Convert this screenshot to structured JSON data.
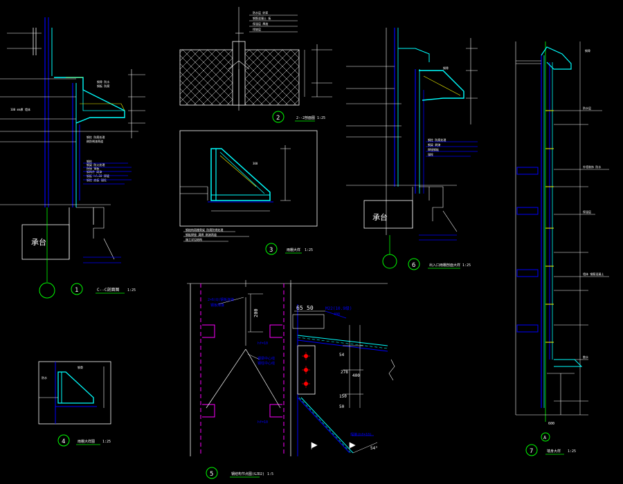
{
  "colors": {
    "background": "#000000",
    "white": "#ffffff",
    "cyan": "#00ffff",
    "blue": "#0000ff",
    "green": "#00ff00",
    "red": "#ff0000",
    "magenta": "#ff00ff",
    "yellow": "#ffff00"
  },
  "details": {
    "d1": {
      "number": "1",
      "title": "C--C剖面图",
      "scale": "1:25"
    },
    "d2": {
      "number": "2",
      "title": "2--2剖面图",
      "scale": "1:25"
    },
    "d3": {
      "number": "3",
      "title": "雨棚大样",
      "scale": "1:25"
    },
    "d4": {
      "number": "4",
      "title": "雨棚大样图",
      "scale": "1:25"
    },
    "d5": {
      "number": "5",
      "title": "钢结构节点图(GJD2)",
      "scale": "1:5"
    },
    "d6": {
      "number": "6",
      "title": "出入口雨棚剖面大样",
      "scale": "1:25"
    },
    "d7": {
      "number": "7",
      "title": "墙身大样",
      "scale": "1:25"
    }
  },
  "labels": {
    "platform_left": "承台",
    "platform_right": "承台",
    "d5_dim_65": "65",
    "d5_dim_50": "50",
    "d5_dim_200": "200",
    "d5_dim_400": "400",
    "d5_dim_50b": "50",
    "d5_dim_54": "54",
    "d5_dim_278": "278",
    "d5_dim_150": "150",
    "d5_bolt": "M22(10.9级)",
    "d5_bolt2": "400",
    "d5_note1": "2×6(Q)钢板连接",
    "d5_note2": "钢板焊接",
    "d5_weld1": "hf=10",
    "d5_weld2": "hf=10",
    "d5_center1": "钢梁中心线",
    "d5_center2": "钢柱中心线",
    "d5_weld3": "焊接(hf=10)",
    "d5_angle": "54°",
    "d7_axis": "A",
    "d7_bottom_dim": "600"
  }
}
